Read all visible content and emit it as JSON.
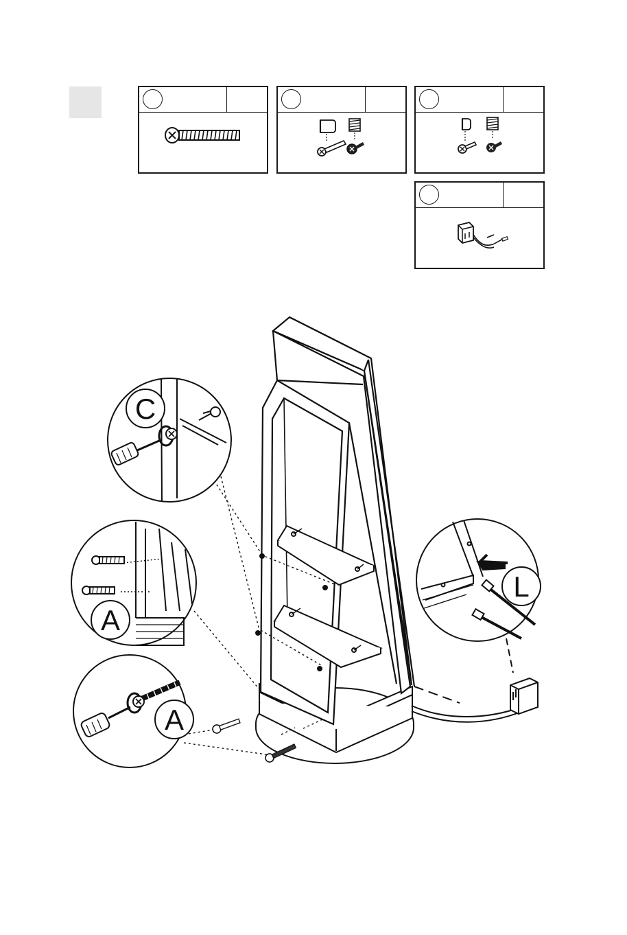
{
  "step": {
    "number": ""
  },
  "parts": [
    {
      "letter": "",
      "quantity": "",
      "icon": "long-machine-screw-icon"
    },
    {
      "letter": "",
      "quantity": "",
      "icon": "bolt-and-barrel-nut-icon"
    },
    {
      "letter": "",
      "quantity": "",
      "icon": "short-bolt-and-barrel-nut-icon"
    },
    {
      "letter": "",
      "quantity": "",
      "icon": "power-adapter-icon"
    }
  ],
  "callouts": {
    "c": "C",
    "a_upper": "A",
    "a_lower": "A",
    "l": "L"
  }
}
